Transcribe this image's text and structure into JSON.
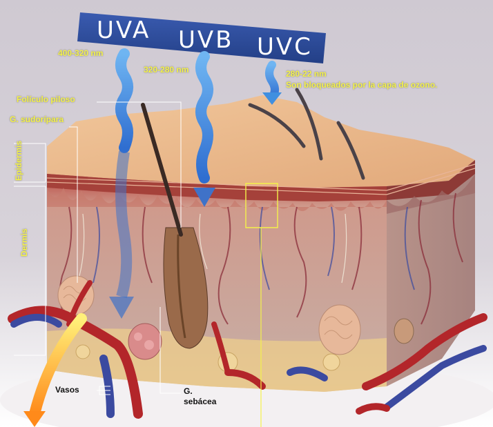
{
  "banner": {
    "uva": "UVA",
    "uvb": "UVB",
    "uvc": "UVC"
  },
  "ranges": {
    "uva": "400-320 nm",
    "uvb": "320-280 nm",
    "uvc": "280-22 nm",
    "uvc_note": "Son bloqueados por la capa  de ozono."
  },
  "labels": {
    "foliculo": "Folículo piloso",
    "sudoripara": "G. sudorípara",
    "epidermis": "Epidermis",
    "dermis": "Dermis",
    "vasos": "Vasos",
    "sebacea_1": "G.",
    "sebacea_2": "sebácea"
  },
  "colors": {
    "banner": "#2d4a9a",
    "uv_ray": "#3f8fe0",
    "label_yellow": "#f4f24a",
    "skin_top": "#e9b98a",
    "dermis": "#c99b86",
    "artery": "#b3262a",
    "vein": "#3b4aa0"
  }
}
